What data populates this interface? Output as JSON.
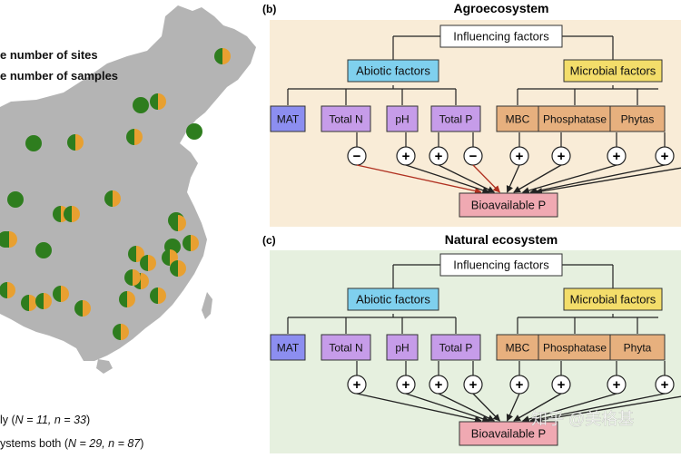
{
  "legend": {
    "sites": "e number of sites",
    "samples": "e number of samples"
  },
  "footer": {
    "line1_prefix": "ly (",
    "line1_vars": "N = 11, n = 33",
    "line1_suffix": ")",
    "line2_prefix": "ystems both (",
    "line2_vars": "N = 29, n = 87",
    "line2_suffix": ")"
  },
  "panel_b": {
    "label": "(b)",
    "title": "Agroecosystem",
    "root": "Influencing factors",
    "abiotic": "Abiotic factors",
    "microbial": "Microbial factors",
    "leaves": [
      "MAT",
      "Total N",
      "pH",
      "Total P",
      "MBC",
      "Phosphatase",
      "Phytas"
    ],
    "signs": [
      "−",
      "+",
      "+",
      "−",
      "+",
      "+",
      "+",
      "+",
      "+"
    ],
    "target": "Bioavailable P"
  },
  "panel_c": {
    "label": "(c)",
    "title": "Natural ecosystem",
    "root": "Influencing factors",
    "abiotic": "Abiotic factors",
    "microbial": "Microbial factors",
    "leaves": [
      "MAT",
      "Total N",
      "pH",
      "Total P",
      "MBC",
      "Phosphatase",
      "Phyta"
    ],
    "signs": [
      "+",
      "+",
      "+",
      "+",
      "+",
      "+",
      "+",
      "+",
      "+"
    ],
    "target": "Bioavailable P"
  },
  "watermark": "知乎 @美格基",
  "colors": {
    "map_gray": "#b4b4b4",
    "site_green": "#2e7d1e",
    "site_orange": "#e8a030",
    "panel_b_bg": "#f9ecd7",
    "panel_c_bg": "#e6f0df",
    "abiotic_bg": "#7fd0ee",
    "microbial_bg": "#f3dd6a",
    "leaf_blue": "#8c8ef0",
    "leaf_purple": "#c69ce9",
    "leaf_tan": "#e7b07e",
    "target_pink": "#f0a9b2",
    "neg_arrow": "#b03020"
  }
}
